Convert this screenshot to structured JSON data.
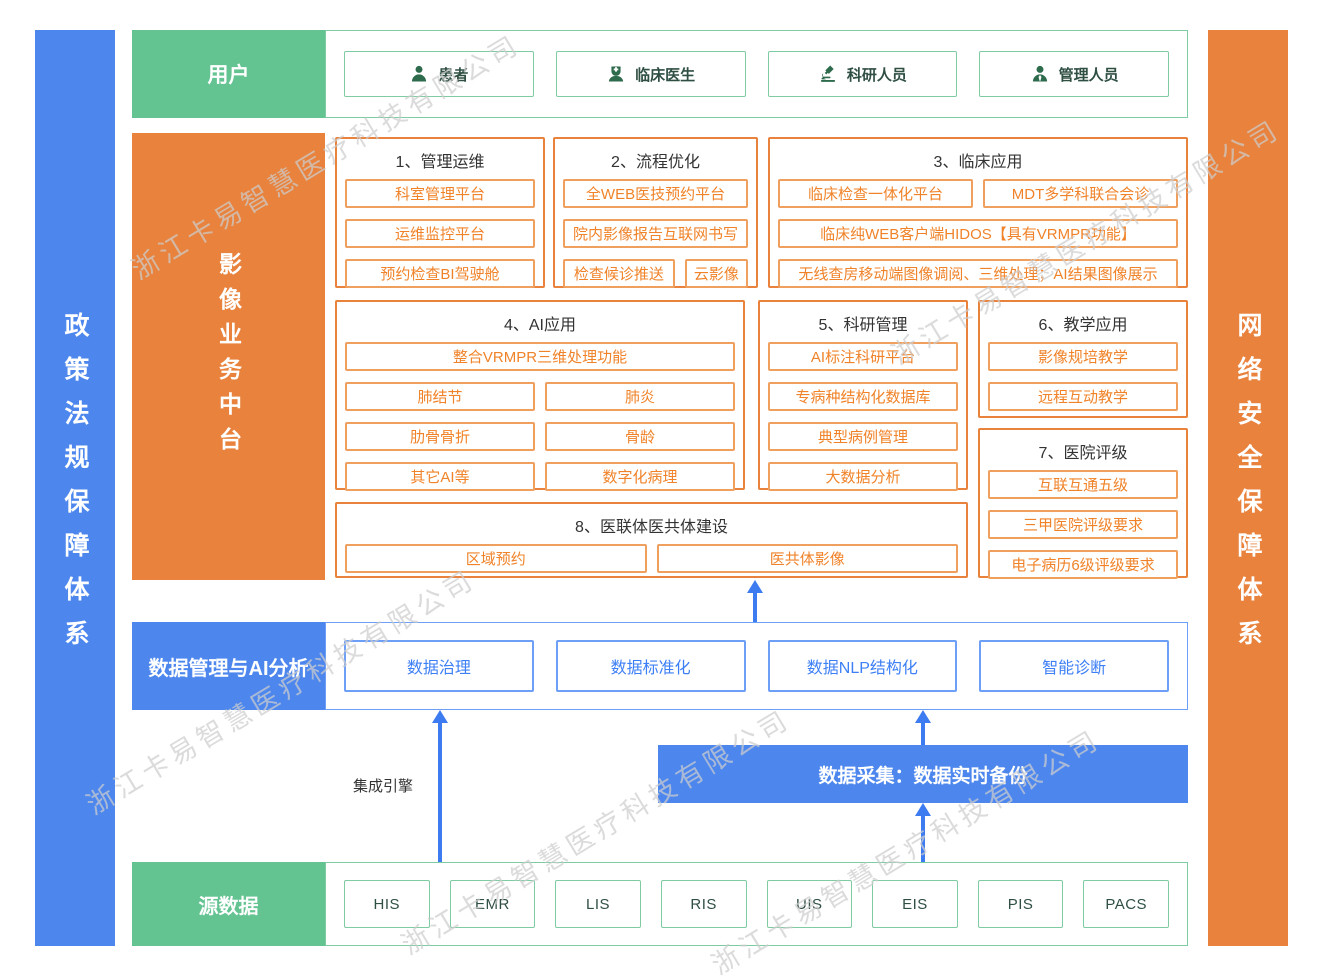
{
  "watermark": {
    "text": "浙江卡易智慧医疗科技有限公司"
  },
  "sidebars": {
    "left": "政策法规保障体系",
    "right": "网络安全保障体系"
  },
  "users": {
    "label": "用户",
    "items": [
      {
        "label": "患者",
        "icon": "patient-icon"
      },
      {
        "label": "临床医生",
        "icon": "doctor-icon"
      },
      {
        "label": "科研人员",
        "icon": "researcher-icon"
      },
      {
        "label": "管理人员",
        "icon": "admin-icon"
      }
    ]
  },
  "platform": {
    "label": "影像业务中台",
    "groups": [
      {
        "title": "1、管理运维",
        "rows": [
          [
            "科室管理平台"
          ],
          [
            "运维监控平台"
          ],
          [
            "预约检查BI驾驶舱"
          ]
        ]
      },
      {
        "title": "2、流程优化",
        "rows": [
          [
            "全WEB医技预约平台"
          ],
          [
            "院内影像报告互联网书写"
          ],
          [
            "检查候诊推送",
            "云影像"
          ]
        ]
      },
      {
        "title": "3、临床应用",
        "rows": [
          [
            "临床检查一体化平台",
            "MDT多学科联合会诊"
          ],
          [
            "临床纯WEB客户端HIDOS【具有VRMPR功能】"
          ],
          [
            "无线查房移动端图像调阅、三维处理；AI结果图像展示"
          ]
        ]
      },
      {
        "title": "4、AI应用",
        "rows": [
          [
            "整合VRMPR三维处理功能"
          ],
          [
            "肺结节",
            "肺炎"
          ],
          [
            "肋骨骨折",
            "骨龄"
          ],
          [
            "其它AI等",
            "数字化病理"
          ]
        ]
      },
      {
        "title": "5、科研管理",
        "rows": [
          [
            "AI标注科研平台"
          ],
          [
            "专病种结构化数据库"
          ],
          [
            "典型病例管理"
          ],
          [
            "大数据分析"
          ]
        ]
      },
      {
        "title": "6、教学应用",
        "rows": [
          [
            "影像规培教学"
          ],
          [
            "远程互动教学"
          ]
        ]
      },
      {
        "title": "7、医院评级",
        "rows": [
          [
            "互联互通五级"
          ],
          [
            "三甲医院评级要求"
          ],
          [
            "电子病历6级评级要求"
          ]
        ]
      },
      {
        "title": "8、医联体医共体建设",
        "rows": [
          [
            "区域预约",
            "医共体影像"
          ]
        ]
      }
    ]
  },
  "data_mgmt": {
    "label": "数据管理与AI分析",
    "items": [
      "数据治理",
      "数据标准化",
      "数据NLP结构化",
      "智能诊断"
    ]
  },
  "flow": {
    "integration_engine": "集成引擎",
    "data_collection": "数据采集：数据实时备份"
  },
  "source": {
    "label": "源数据",
    "items": [
      "HIS",
      "EMR",
      "LIS",
      "RIS",
      "UIS",
      "EIS",
      "PIS",
      "PACS"
    ]
  },
  "colors": {
    "green": "#63C391",
    "green_border": "#7FCBA2",
    "orange": "#E8823C",
    "orange_text": "#F08329",
    "blue": "#4D87EE",
    "blue_border": "#6E9FF6",
    "blue_text": "#3D7FF5",
    "arrow": "#3D7BF0",
    "title_text": "#333333",
    "dark_green_text": "#2F4F43"
  }
}
